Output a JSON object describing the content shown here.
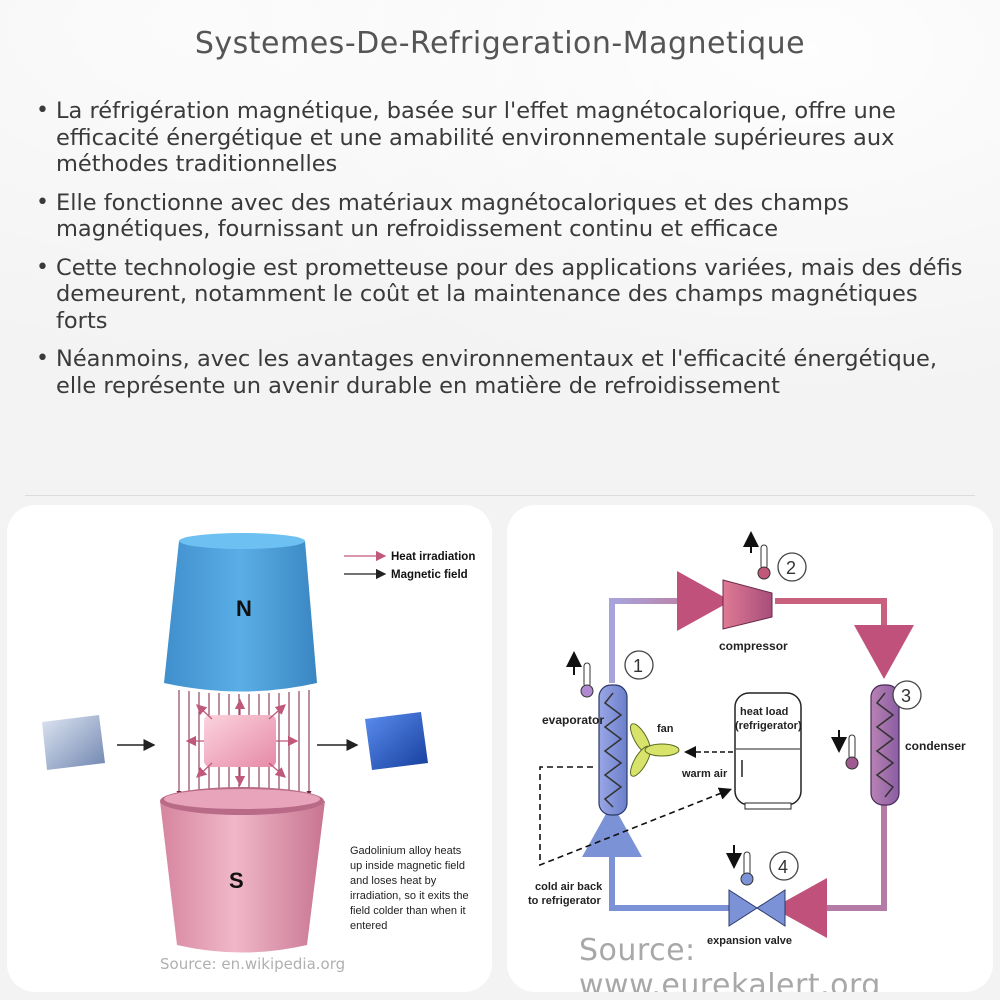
{
  "title": "Systemes-De-Refrigeration-Magnetique",
  "bullets": [
    "La réfrigération magnétique, basée sur l'effet magnétocalorique, offre une efficacité énergétique et une amabilité environnementale supérieures aux méthodes traditionnelles",
    "Elle fonctionne avec des matériaux magnétocaloriques et des champs magnétiques, fournissant un refroidissement continu et efficace",
    "Cette technologie est prometteuse pour des applications variées, mais des défis demeurent, notamment le coût et la maintenance des champs magnétiques forts",
    "Néanmoins, avec les avantages environnementaux et l'efficacité énergétique, elle représente un avenir durable en matière de refroidissement"
  ],
  "left_figure": {
    "legend_heat": "Heat irradiation",
    "legend_field": "Magnetic field",
    "pole_n": "N",
    "pole_s": "S",
    "caption_lines": [
      "Gadolinium alloy heats",
      "up inside magnetic field",
      "and loses heat by",
      "irradiation, so it exits the",
      "field colder than when it",
      "entered"
    ],
    "source": "Source: en.wikipedia.org",
    "colors": {
      "magnet_n": "#4a9fd8",
      "magnet_s": "#d9809e",
      "sample_hot": "#f2a6bd",
      "sample_cold": "#1f57c4"
    }
  },
  "right_figure": {
    "num_1": "1",
    "num_2": "2",
    "num_3": "3",
    "num_4": "4",
    "compressor": "compressor",
    "evaporator": "evaporator",
    "condenser": "condenser",
    "fan": "fan",
    "warm_air": "warm air",
    "heat_load_1": "heat load",
    "heat_load_2": "(refrigerator)",
    "cold_air_1": "cold air back",
    "cold_air_2": "to refrigerator",
    "expansion_valve": "expansion valve",
    "source": "Source: www.eurekalert.org",
    "colors": {
      "hot_pipe": "#c4738f",
      "cold_pipe": "#7b93d6",
      "component": "#8b95d4"
    }
  }
}
